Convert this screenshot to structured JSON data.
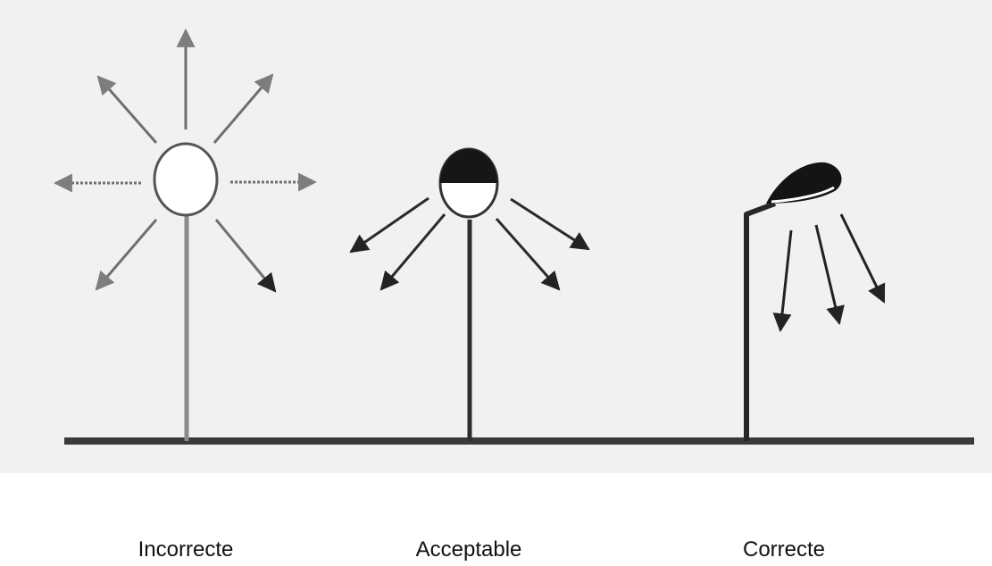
{
  "diagram": {
    "panels": [
      {
        "id": "incorrect",
        "caption": "Incorrecte"
      },
      {
        "id": "acceptable",
        "caption": "Acceptable"
      },
      {
        "id": "correct",
        "caption": "Correcte"
      }
    ],
    "colors": {
      "background": "#f1f1f1",
      "stroke": "#2a2a2a",
      "light_stroke": "#8a8a8a",
      "fill_dark": "#161616"
    }
  }
}
